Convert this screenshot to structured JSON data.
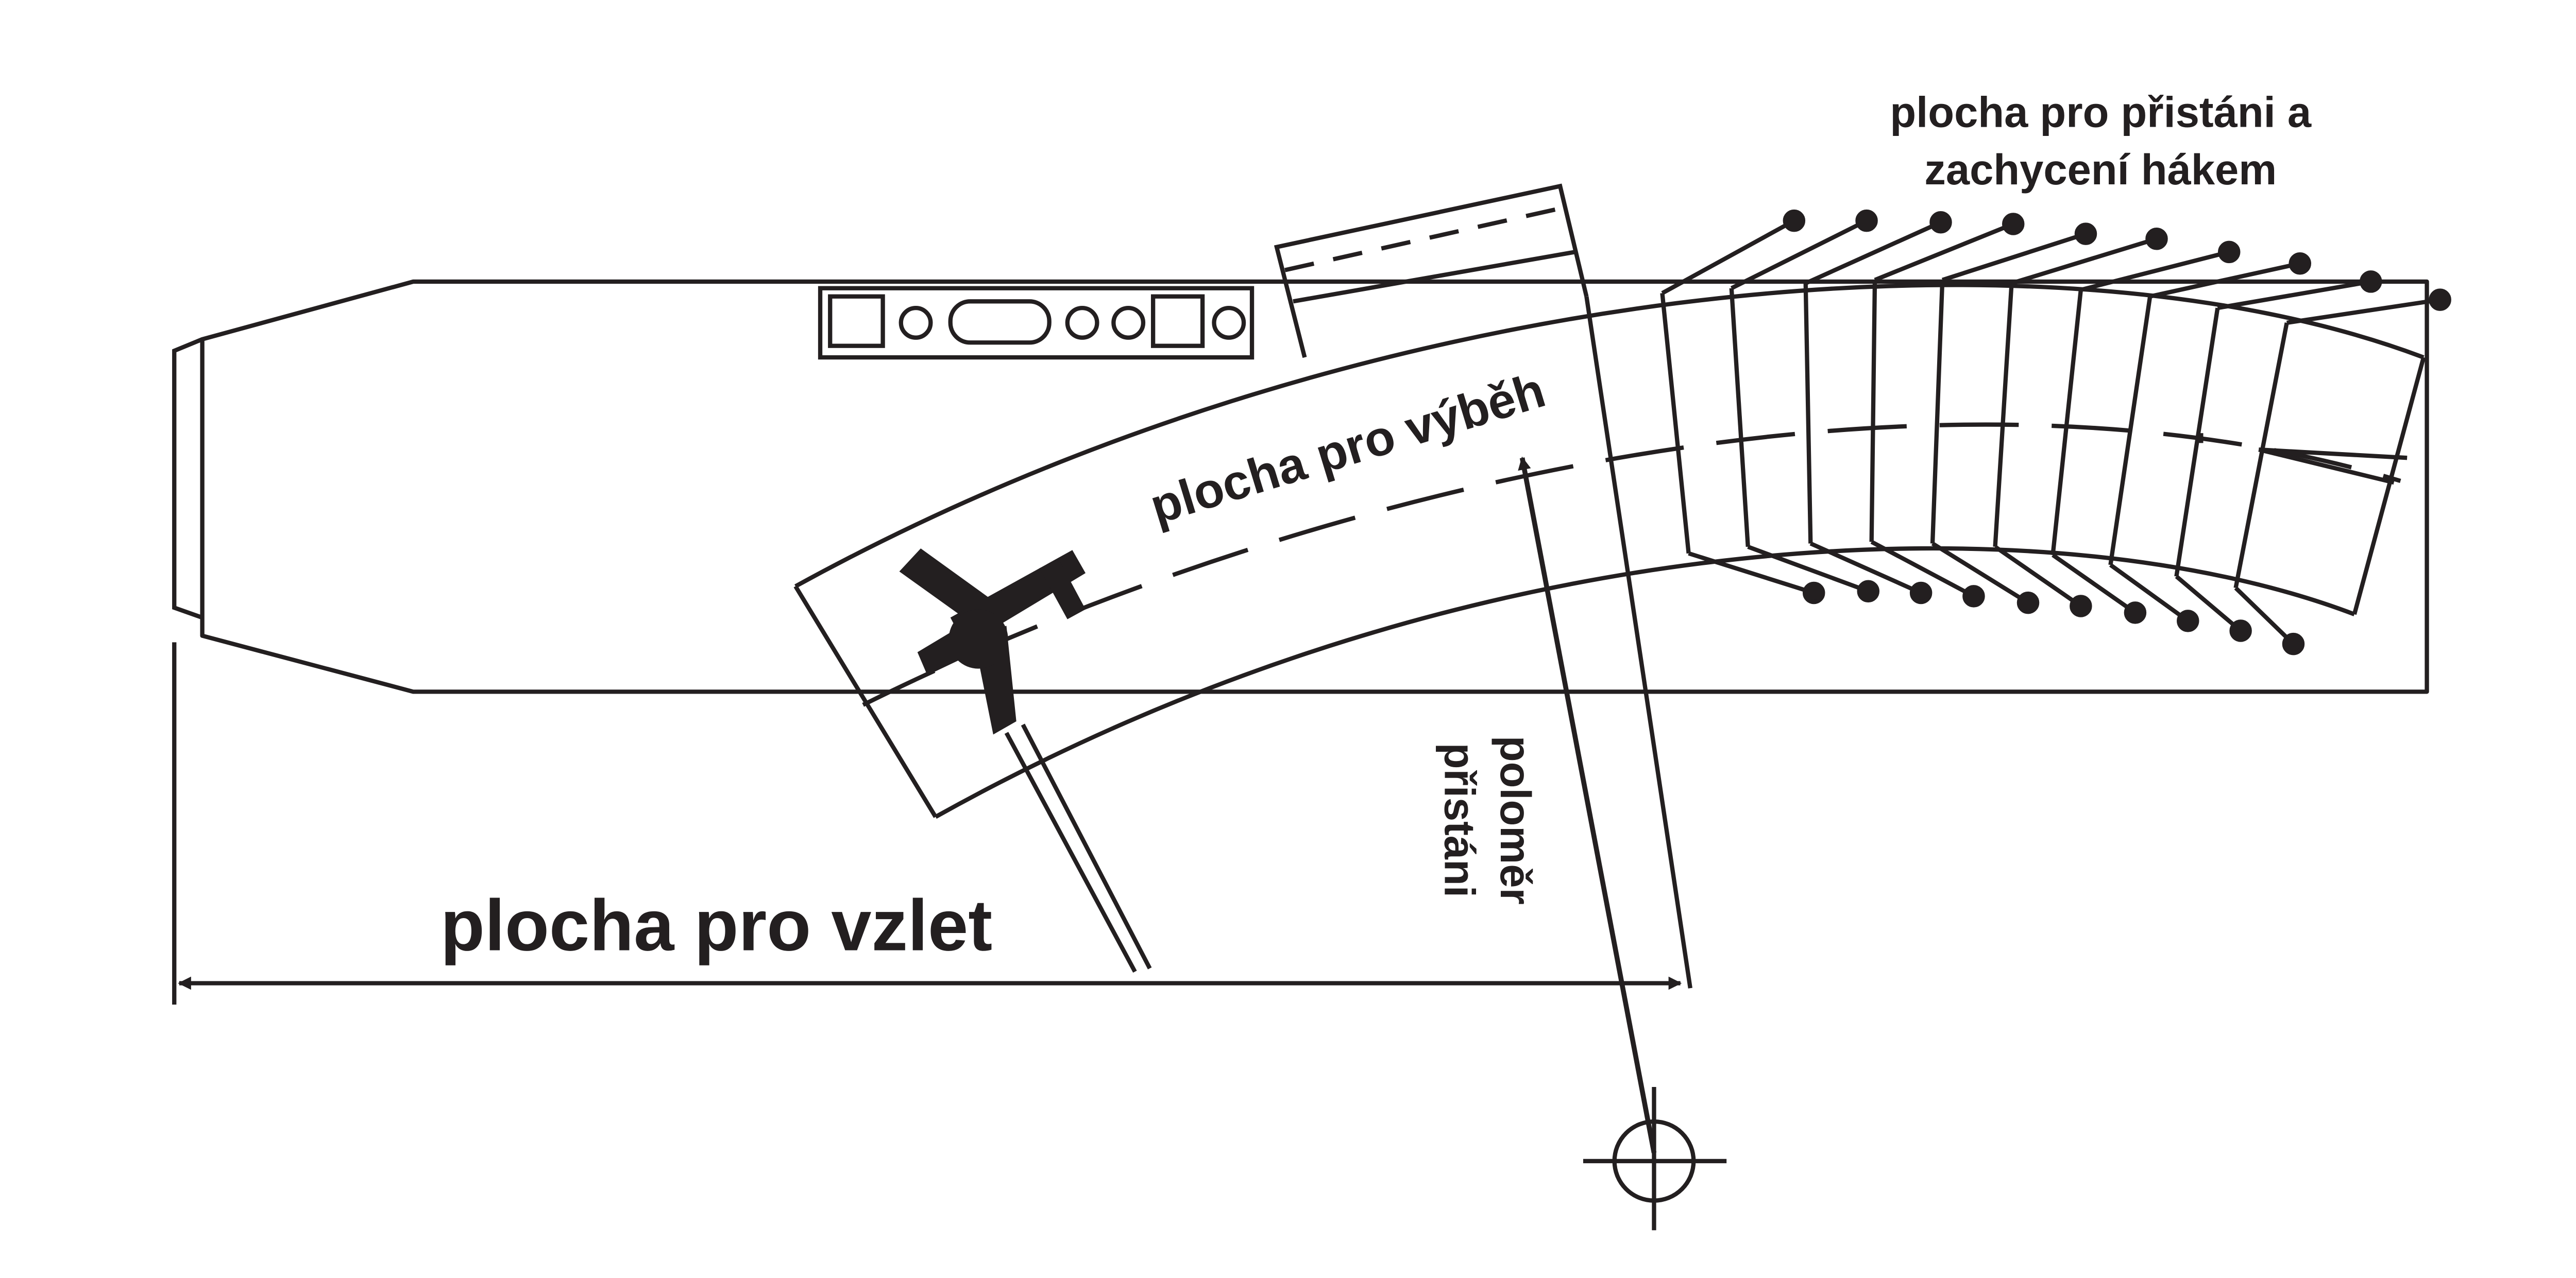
{
  "labels": {
    "landing_area_line1": "plocha pro přistáni a",
    "landing_area_line2": "zachycení hákem",
    "rollout_area": "plocha pro výběh",
    "takeoff_area": "plocha pro vzlet",
    "landing_radius_line1": "poloměr",
    "landing_radius_line2": "přistáni"
  },
  "colors": {
    "ink": "#231f20",
    "background": "#ffffff"
  }
}
